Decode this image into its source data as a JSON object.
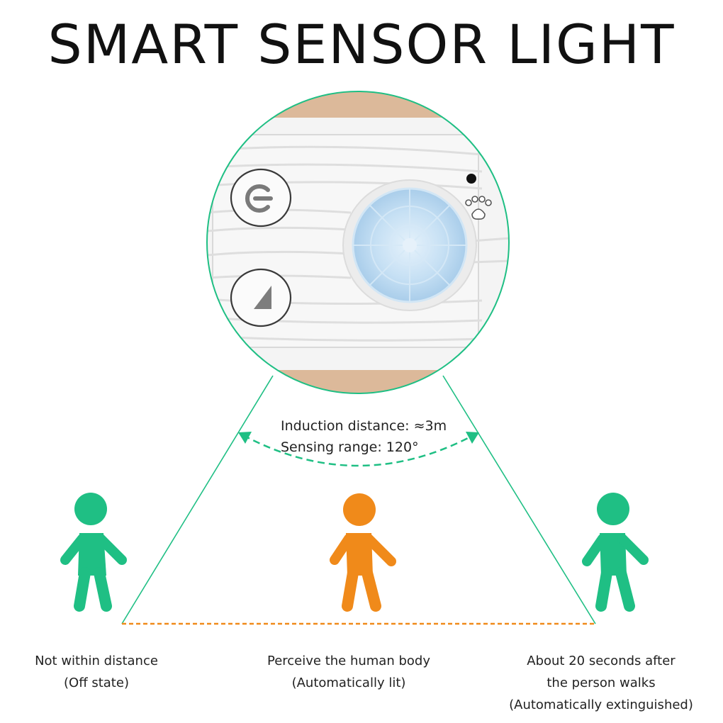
{
  "title": "SMART SENSOR LIGHT",
  "sensor_info": {
    "induction_distance": "Induction distance: ≈3m",
    "sensing_range": "Sensing range: 120°"
  },
  "captions": [
    {
      "line1": "Not within distance",
      "line2": "(Off state)",
      "line3": ""
    },
    {
      "line1": "Perceive the human body",
      "line2": "(Automatically lit)",
      "line3": ""
    },
    {
      "line1": "About 20 seconds after",
      "line2": "the person walks",
      "line3": "(Automatically extinguished)"
    }
  ],
  "colors": {
    "green": "#1fbf84",
    "orange": "#f08a1a",
    "wood": "#dcb99a",
    "panel": "#f3f3f3",
    "lens": "#bfdcf2"
  },
  "icons": [
    "power-icon",
    "play-triangle-icon",
    "paw-icon"
  ]
}
